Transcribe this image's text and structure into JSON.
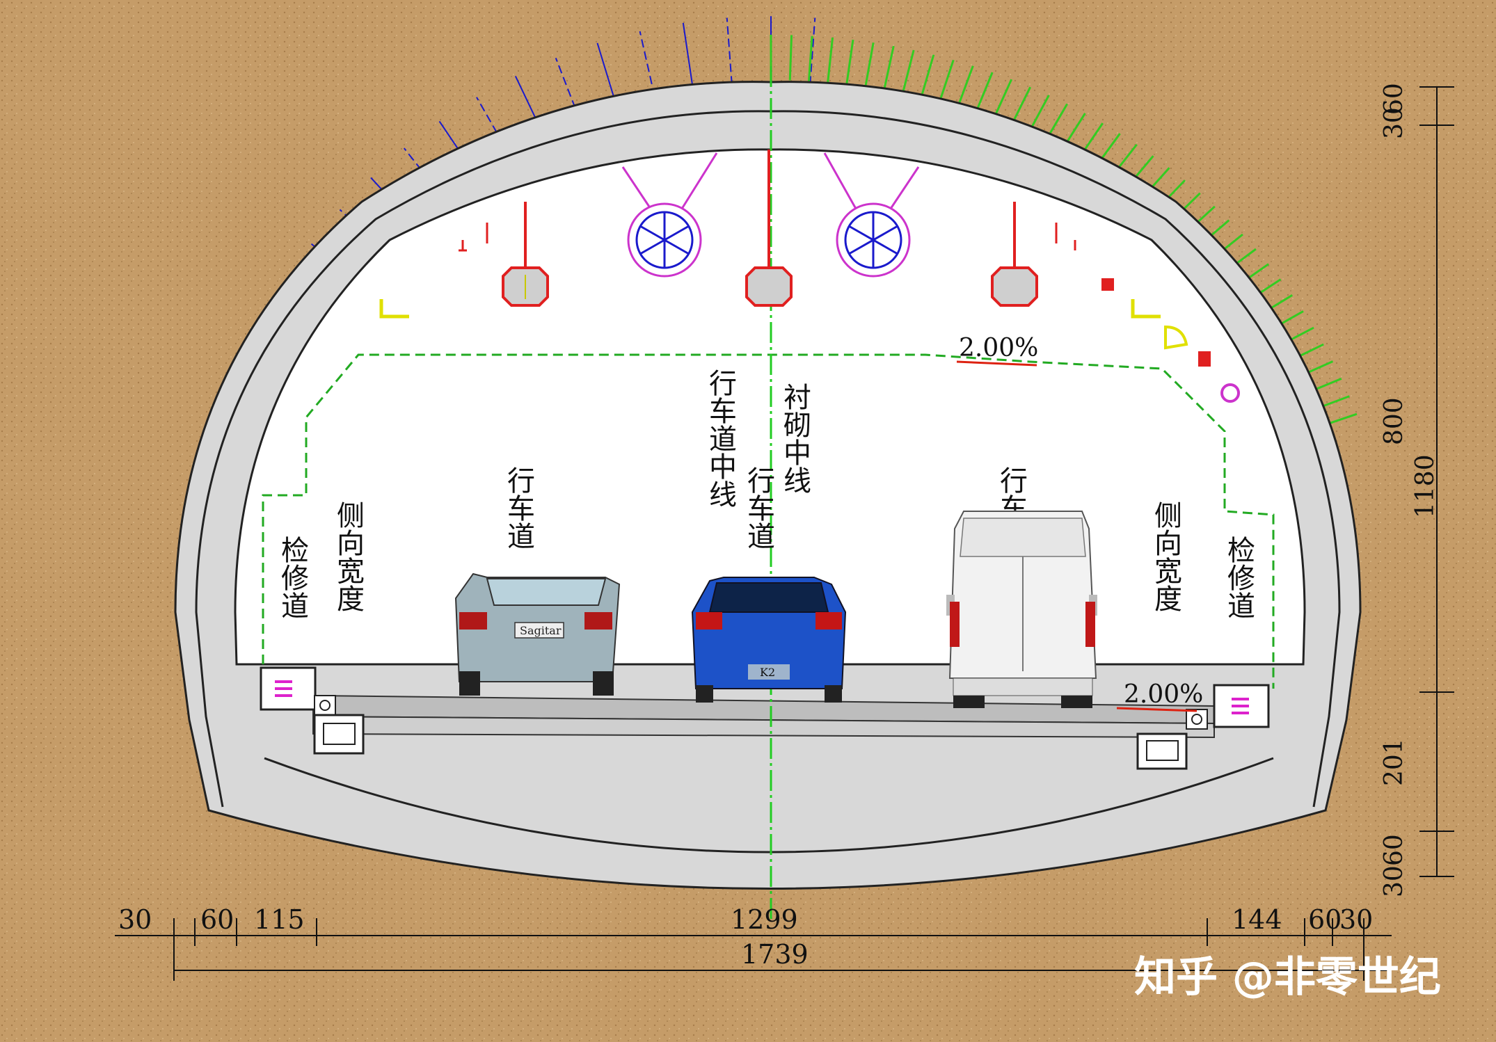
{
  "labels": {
    "inspection_left": "检修道",
    "side_clearance_left": "侧向宽度",
    "lane_left": "行车道",
    "lane_centerline": "行车道中线",
    "lane_center": "行车道",
    "lining_centerline": "衬砌中线",
    "lane_right": "行车道",
    "side_clearance_right": "侧向宽度",
    "inspection_right": "检修道"
  },
  "slopes": {
    "upper": "2.00%",
    "lower": "2.00%"
  },
  "dimensions": {
    "bottom_row": [
      "30",
      "60",
      "115",
      "1299",
      "144",
      "60",
      "30"
    ],
    "bottom_total": "1739",
    "right_upper": "60",
    "right_upper2": "30",
    "right_800": "800",
    "right_1180": "1180",
    "right_201": "201",
    "right_60b": "60",
    "right_30b": "30"
  },
  "vehicles": {
    "left_car_badge": "Sagitar",
    "middle_car_badge": "K2"
  },
  "watermark": "知乎 @非零世纪",
  "colors": {
    "soil": "#c49a66",
    "lining": "#d6d6d6",
    "bolt_blue": "#1a1acc",
    "bolt_green": "#33cc22",
    "clearance_green": "#22aa22",
    "fan": "#cc33cc",
    "light": "#e02020"
  }
}
